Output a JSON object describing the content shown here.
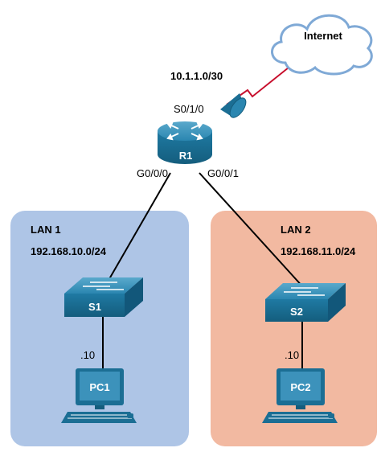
{
  "cloud": {
    "label": "Internet"
  },
  "wan": {
    "network": "10.1.1.0/30",
    "interface": "S0/1/0"
  },
  "router": {
    "label": "R1",
    "if_left": "G0/0/0",
    "if_right": "G0/0/1"
  },
  "lan1": {
    "name": "LAN 1",
    "network": "192.168.10.0/24",
    "switch": "S1",
    "host_ip": ".10",
    "pc": "PC1"
  },
  "lan2": {
    "name": "LAN 2",
    "network": "192.168.11.0/24",
    "switch": "S2",
    "host_ip": ".10",
    "pc": "PC2"
  },
  "colors": {
    "lan1_bg": "#aec5e6",
    "lan2_bg": "#f2b9a1",
    "device_blue": "#1b6e94",
    "wan_link": "#c8102e"
  }
}
